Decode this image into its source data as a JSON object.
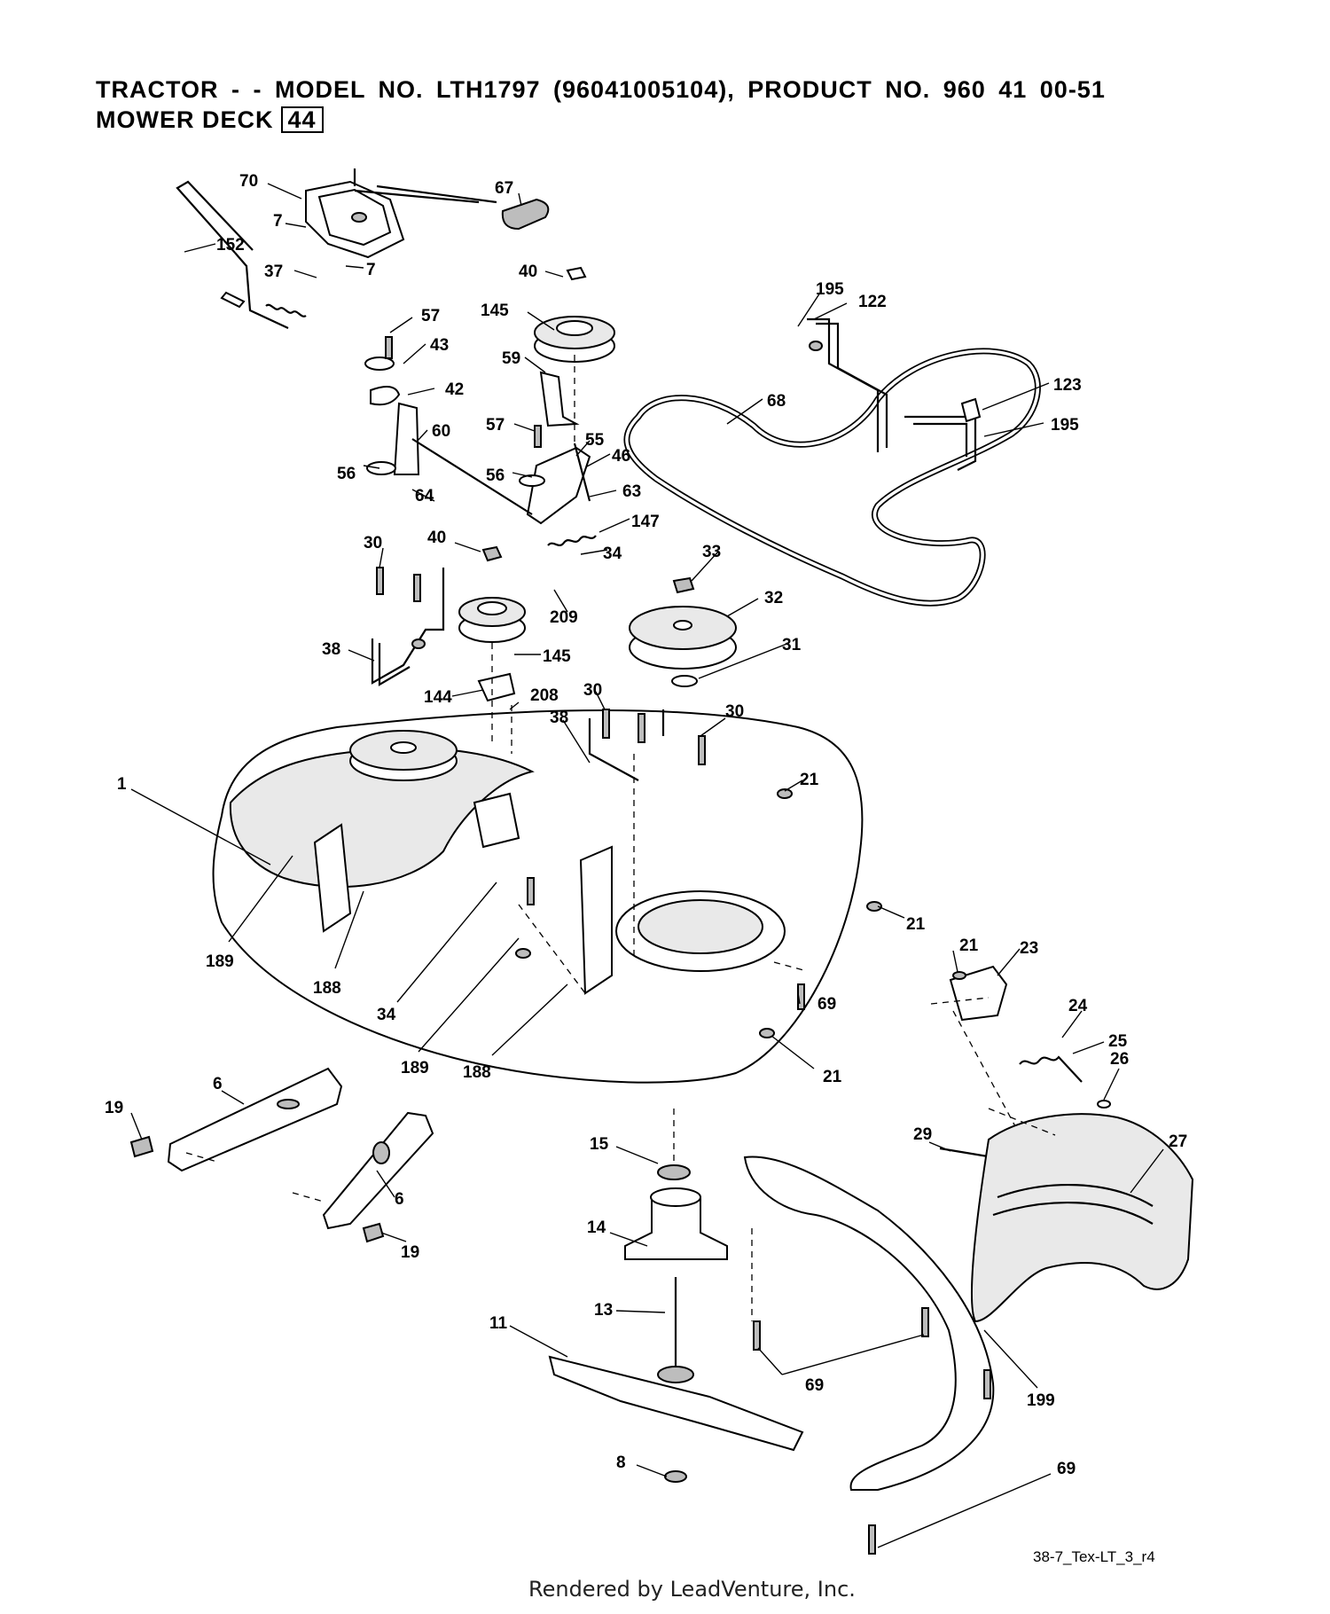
{
  "header": {
    "title_line1": "TRACTOR - - MODEL NO. LTH1797   (96041005104), PRODUCT NO. 960 41 00-51",
    "title_line2_text": "MOWER DECK",
    "title_line2_badge": "44"
  },
  "callouts": [
    "70",
    "67",
    "7",
    "152",
    "7",
    "37",
    "40",
    "195",
    "122",
    "57",
    "145",
    "43",
    "59",
    "42",
    "123",
    "68",
    "195",
    "60",
    "57",
    "55",
    "56",
    "46",
    "56",
    "64",
    "63",
    "147",
    "30",
    "40",
    "34",
    "33",
    "32",
    "209",
    "31",
    "38",
    "145",
    "144",
    "208",
    "30",
    "38",
    "30",
    "21",
    "1",
    "21",
    "21",
    "23",
    "189",
    "188",
    "69",
    "24",
    "25",
    "34",
    "189",
    "188",
    "21",
    "26",
    "6",
    "19",
    "15",
    "29",
    "27",
    "6",
    "14",
    "19",
    "13",
    "11",
    "69",
    "199",
    "8",
    "69"
  ],
  "figure_code": "38-7_Tex-LT_3_r4",
  "footer": "Rendered by LeadVenture, Inc."
}
